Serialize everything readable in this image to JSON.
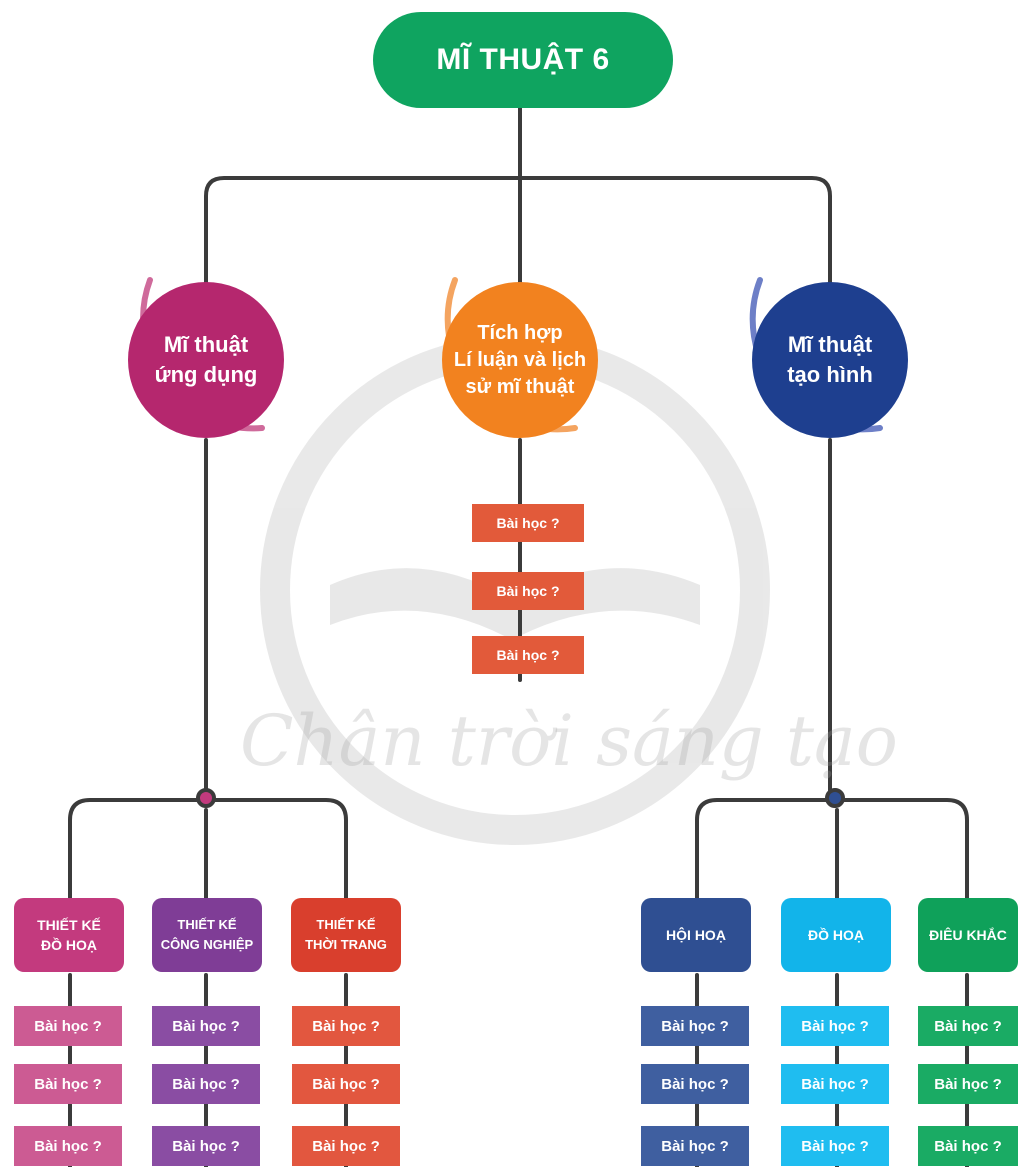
{
  "title": "MĨ THUẬT 6",
  "branches": {
    "left": {
      "lines": [
        "Mĩ thuật",
        "ứng dụng"
      ],
      "color": "#b5276e",
      "arc_color": "#cf6a9b"
    },
    "center": {
      "lines": [
        "Tích hợp",
        "Lí luận và lịch",
        "sử mĩ thuật"
      ],
      "color": "#f2821f",
      "arc_color": "#f4a460"
    },
    "right": {
      "lines": [
        "Mĩ thuật",
        "tạo hình"
      ],
      "color": "#1e3f8f",
      "arc_color": "#6d7fc7"
    }
  },
  "center_lessons": [
    "Bài học ?",
    "Bài học ?",
    "Bài học ?"
  ],
  "categories": [
    {
      "lines": [
        "THIẾT KẾ",
        "ĐỒ HOẠ"
      ],
      "color": "#c33a7e",
      "lesson_color": "#cc5b93",
      "lessons": [
        "Bài học ?",
        "Bài học ?",
        "Bài học ?"
      ]
    },
    {
      "lines": [
        "THIẾT KẾ",
        "CÔNG NGHIỆP"
      ],
      "color": "#7f3d96",
      "lesson_color": "#8a4da3",
      "lessons": [
        "Bài học ?",
        "Bài học ?",
        "Bài học ?"
      ]
    },
    {
      "lines": [
        "THIẾT KẾ",
        "THỜI TRANG"
      ],
      "color": "#d93f2d",
      "lesson_color": "#e2573f",
      "lessons": [
        "Bài học ?",
        "Bài học ?",
        "Bài học ?"
      ]
    },
    {
      "lines": [
        "HỘI HOẠ"
      ],
      "color": "#2f4f92",
      "lesson_color": "#3f5fa0",
      "lessons": [
        "Bài học ?",
        "Bài học ?",
        "Bài học ?"
      ]
    },
    {
      "lines": [
        "ĐỒ HOẠ"
      ],
      "color": "#12b4ea",
      "lesson_color": "#1fbdf0",
      "lessons": [
        "Bài học ?",
        "Bài học ?",
        "Bài học ?"
      ]
    },
    {
      "lines": [
        "ĐIÊU KHẮC"
      ],
      "color": "#0fa15a",
      "lesson_color": "#1aab64",
      "lessons": [
        "Bài học ?",
        "Bài học ?",
        "Bài học ?"
      ]
    }
  ],
  "watermark": "Chân trời sáng tạo",
  "colors": {
    "line": "#3b3b3b",
    "center_lesson": "#e25a3a",
    "root": "#0fa460"
  }
}
